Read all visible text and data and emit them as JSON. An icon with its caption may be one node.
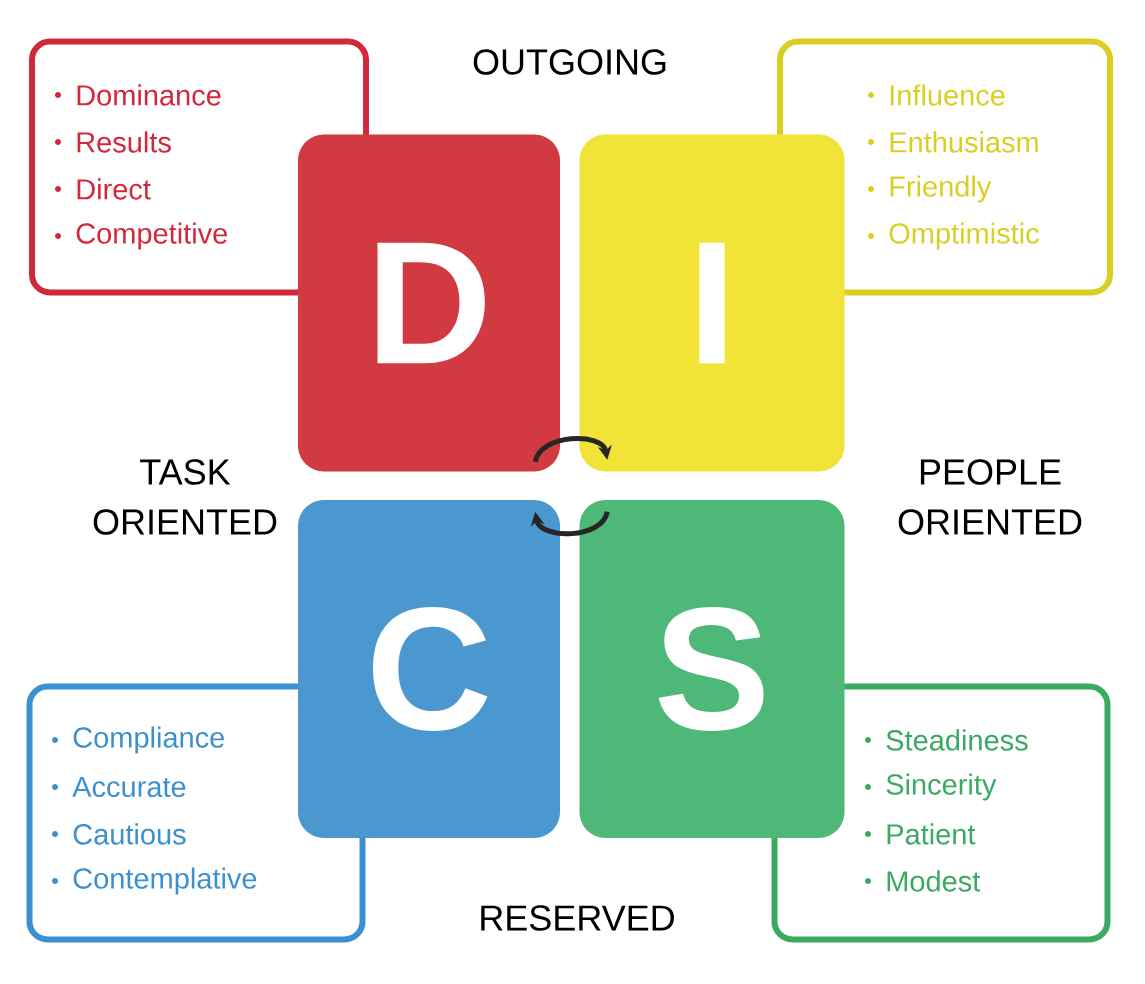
{
  "diagram": {
    "nodes": [
      {
        "text": [
          "D"
        ]
      },
      {
        "text": [
          "I"
        ]
      },
      {
        "text": [
          "C"
        ]
      },
      {
        "text": [
          "S"
        ]
      },
      {
        "text": [
          "Dominance",
          "Results",
          "Direct",
          "Competitive"
        ]
      },
      {
        "text": [
          "Influence",
          "Enthusiasm",
          "Friendly",
          "Omptimistic"
        ]
      },
      {
        "text": [
          "Compliance",
          "Accurate",
          "Cautious",
          "Contemplative"
        ]
      },
      {
        "text": [
          "Steadiness",
          "Sincerity",
          "Patient",
          "Modest"
        ]
      }
    ],
    "edges": [
      {
        "from": 0,
        "to": 1,
        "arrow": "to"
      },
      {
        "from": 3,
        "to": 2,
        "arrow": "to"
      }
    ],
    "labels": [
      "OUTGOING",
      "TASK ORIENTED",
      "PEOPLE ORIENTED",
      "RESERVED"
    ]
  }
}
